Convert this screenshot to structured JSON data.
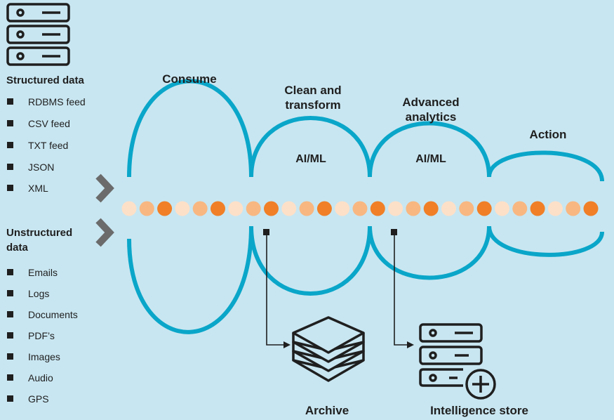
{
  "structured": {
    "title": "Structured data",
    "items": [
      "RDBMS feed",
      "CSV feed",
      "TXT feed",
      "JSON",
      "XML"
    ]
  },
  "unstructured": {
    "title_line1": "Unstructured",
    "title_line2": "data",
    "items": [
      "Emails",
      "Logs",
      "Documents",
      "PDF’s",
      "Images",
      "Audio",
      "GPS"
    ]
  },
  "stages": {
    "consume": "Consume",
    "clean_line1": "Clean and",
    "clean_line2": "transform",
    "analytics_line1": "Advanced",
    "analytics_line2": "analytics",
    "action": "Action",
    "aiml_1": "AI/ML",
    "aiml_2": "AI/ML"
  },
  "outputs": {
    "archive": "Archive",
    "intelligence": "Intelligence store"
  },
  "colors": {
    "background": "#c8e6f1",
    "wave": "#0aa6c9",
    "dot_light": "#fde0c8",
    "dot_mid": "#f8b781",
    "dot_dark": "#f07f27",
    "chevron": "#6b6b6b",
    "ink": "#1f1f1f"
  },
  "icons": {
    "server": "server-stack-icon",
    "archive": "layered-stack-icon",
    "intelligence": "server-plus-icon",
    "chevron": "chevron-right-icon",
    "bullet": "square-bullet-icon"
  },
  "dot_pattern": [
    "light",
    "mid",
    "dark",
    "light",
    "mid",
    "dark",
    "light",
    "mid",
    "dark",
    "light",
    "mid",
    "dark",
    "light",
    "mid",
    "dark",
    "light",
    "mid",
    "dark",
    "light",
    "mid",
    "dark",
    "light",
    "mid",
    "dark",
    "light",
    "mid",
    "dark"
  ]
}
